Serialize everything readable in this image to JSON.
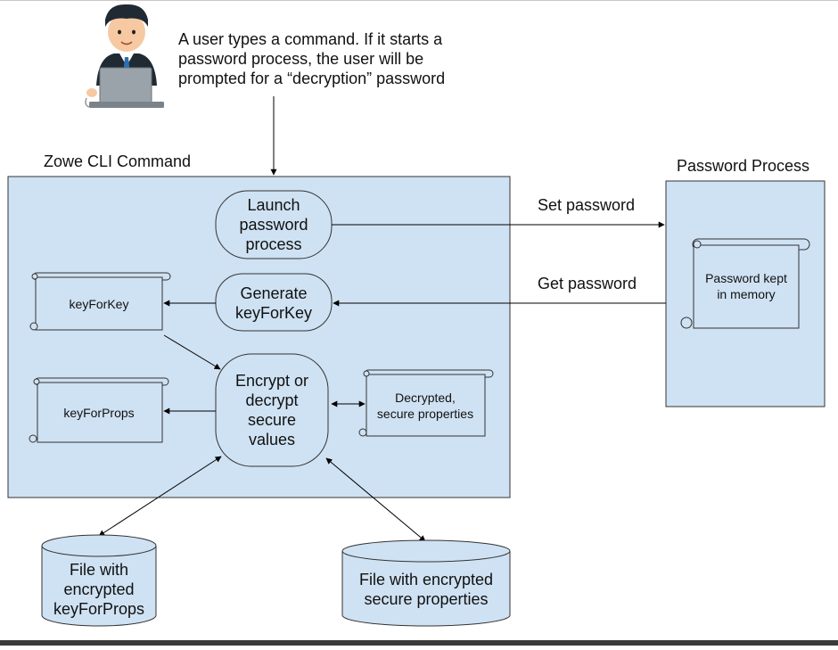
{
  "user_caption": [
    "A user types a command. If it starts a",
    "password process, the user will be",
    "prompted for a “decryption” password"
  ],
  "cli_box_title": "Zowe CLI Command",
  "password_box_title": "Password Process",
  "launch_process": [
    "Launch",
    "password",
    "process"
  ],
  "generate_key": [
    "Generate",
    "keyForKey"
  ],
  "encrypt_decrypt": [
    "Encrypt or",
    "decrypt",
    "secure",
    "values"
  ],
  "key_for_key_doc": "keyForKey",
  "key_for_props_doc": "keyForProps",
  "decrypted_doc": [
    "Decrypted,",
    "secure properties"
  ],
  "password_memory_doc": [
    "Password kept",
    "in memory"
  ],
  "set_password_label": "Set password",
  "get_password_label": "Get password",
  "file_keyforprops": [
    "File with",
    "encrypted",
    "keyForProps"
  ],
  "file_secure_props": [
    "File with encrypted",
    "secure properties"
  ],
  "colors": {
    "box_fill": "#cfe2f3",
    "border": "#333333",
    "arrow": "#000000"
  },
  "icons": {
    "user": "user-at-computer-icon"
  }
}
